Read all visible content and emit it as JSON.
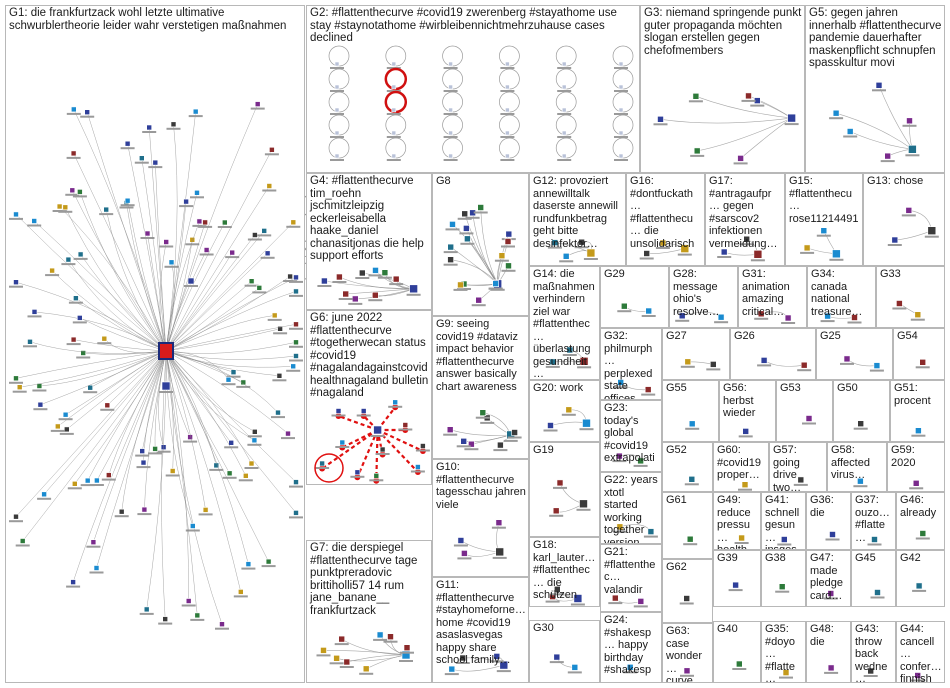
{
  "groups": [
    {
      "id": "g1",
      "label": "G1: die frankfurtzack wohl letzte ultimative schwurblertheorie leider wahr verstetigen maßnahmen",
      "nodes": 110,
      "hub": "frankfurtzack"
    },
    {
      "id": "g2",
      "label": "G2: #flattenthecurve #covid19 zwerenberg #stayathome use stay #staynotathome #wirbleibennichtmehrzuhause cases declined",
      "nodes": 30
    },
    {
      "id": "g3",
      "label": "G3: niemand springende punkt guter propaganda möchten slogan erstellen gegen chefofmembers",
      "nodes": 7
    },
    {
      "id": "g5",
      "label": "G5: gegen jahren innerhalb #flattenthecurve pandemie dauerhafter maskenpflicht schnupfen spasskultur movi",
      "nodes": 6
    },
    {
      "id": "g4",
      "label": "G4: #flattenthecurve tim_roehn jschmitzleipzig eckerleisabella haake_daniel chanasitjonas die help support efforts",
      "nodes": 10
    },
    {
      "id": "g8",
      "label": "G8",
      "nodes": 18
    },
    {
      "id": "g12",
      "label": "G12: provoziert annewilltalk daserste annewill rundfunkbetrag geht bitte desinfektor…",
      "nodes": 4
    },
    {
      "id": "g16",
      "label": "G16: #dontfuckath… #flattenthecu… die unsolidarisch",
      "nodes": 3
    },
    {
      "id": "g17",
      "label": "G17: #antragaufpr… gegen #sarscov2 infektionen vermeidung…",
      "nodes": 3
    },
    {
      "id": "g15",
      "label": "G15: #flattenthecu… rose11214491",
      "nodes": 3
    },
    {
      "id": "g13",
      "label": "G13: chose",
      "nodes": 3
    },
    {
      "id": "g14",
      "label": "G14: die maßnahmen verhindern ziel war #flattenthec… überlastung gesundheit…",
      "nodes": 3
    },
    {
      "id": "g29",
      "label": "G29",
      "nodes": 2
    },
    {
      "id": "g28",
      "label": "G28: message ohio's resolve…",
      "nodes": 2
    },
    {
      "id": "g31",
      "label": "G31: animation amazing critical…",
      "nodes": 2
    },
    {
      "id": "g34",
      "label": "G34: canada national treasure…",
      "nodes": 2
    },
    {
      "id": "g33",
      "label": "G33",
      "nodes": 2
    },
    {
      "id": "g9",
      "label": "G9: seeing covid19 #dataviz impact behavior #flattenthecurve answer basically chart awareness",
      "nodes": 8
    },
    {
      "id": "g32",
      "label": "G32: philmurph… perplexed state offices…",
      "nodes": 2
    },
    {
      "id": "g27",
      "label": "G27",
      "nodes": 2
    },
    {
      "id": "g26",
      "label": "G26",
      "nodes": 2
    },
    {
      "id": "g25",
      "label": "G25",
      "nodes": 2
    },
    {
      "id": "g54",
      "label": "G54",
      "nodes": 1
    },
    {
      "id": "g6",
      "label": "G6: june 2022 #flattenthecurve #togetherwecan status #covid19 #nagalandagainstcovid healthnagaland bulletin #nagaland",
      "nodes": 12
    },
    {
      "id": "g20",
      "label": "G20: work",
      "nodes": 3
    },
    {
      "id": "g23",
      "label": "G23: today's global #covid19 extrapolati…",
      "nodes": 2
    },
    {
      "id": "g55",
      "label": "G55",
      "nodes": 1
    },
    {
      "id": "g56",
      "label": "G56: herbst wieder",
      "nodes": 1
    },
    {
      "id": "g53",
      "label": "G53",
      "nodes": 1
    },
    {
      "id": "g50",
      "label": "G50",
      "nodes": 1
    },
    {
      "id": "g51",
      "label": "G51: procent",
      "nodes": 1
    },
    {
      "id": "g52",
      "label": "G52",
      "nodes": 1
    },
    {
      "id": "g60",
      "label": "G60: #covid19 proper…",
      "nodes": 1
    },
    {
      "id": "g57",
      "label": "G57: going drive two…",
      "nodes": 1
    },
    {
      "id": "g58",
      "label": "G58: affected virus…",
      "nodes": 1
    },
    {
      "id": "g59",
      "label": "G59: 2020",
      "nodes": 1
    },
    {
      "id": "g10",
      "label": "G10: #flattenthecurve tagesschau jahren viele",
      "nodes": 4
    },
    {
      "id": "g19",
      "label": "G19",
      "nodes": 3
    },
    {
      "id": "g22",
      "label": "G22: years xtotl started working together version…",
      "nodes": 2
    },
    {
      "id": "g49",
      "label": "G49: reduce pressu… health…",
      "nodes": 1
    },
    {
      "id": "g41",
      "label": "G41: schnell gesun… insges…",
      "nodes": 1
    },
    {
      "id": "g36",
      "label": "G36: die",
      "nodes": 1
    },
    {
      "id": "g37",
      "label": "G37: ouzo… #flatte…",
      "nodes": 1
    },
    {
      "id": "g46",
      "label": "G46: already",
      "nodes": 1
    },
    {
      "id": "g61",
      "label": "G61",
      "nodes": 1
    },
    {
      "id": "g7",
      "label": "G7: die derspiegel #flattenthecurve tage punktpreradovic brittiholli57 14 rum jane_banane__ frankfurtzack",
      "nodes": 9
    },
    {
      "id": "g18",
      "label": "G18: karl_lauter… #flattenthec… die schützen",
      "nodes": 3
    },
    {
      "id": "g21",
      "label": "G21: #flattenthec… valandir",
      "nodes": 2
    },
    {
      "id": "g62",
      "label": "G62",
      "nodes": 1
    },
    {
      "id": "g39",
      "label": "G39",
      "nodes": 1
    },
    {
      "id": "g38",
      "label": "G38",
      "nodes": 1
    },
    {
      "id": "g47",
      "label": "G47: made pledge card…",
      "nodes": 1
    },
    {
      "id": "g45",
      "label": "G45",
      "nodes": 1
    },
    {
      "id": "g42",
      "label": "G42",
      "nodes": 1
    },
    {
      "id": "g11",
      "label": "G11: #flattenthecurve #stayhomeforne… home #covid19 asaslasvegas happy share school family…",
      "nodes": 4
    },
    {
      "id": "g30",
      "label": "G30",
      "nodes": 2
    },
    {
      "id": "g24",
      "label": "G24: #shakesp… happy birthday #shakesp…",
      "nodes": 1
    },
    {
      "id": "g63",
      "label": "G63: case wonder… curve…",
      "nodes": 1
    },
    {
      "id": "g40",
      "label": "G40",
      "nodes": 1
    },
    {
      "id": "g35",
      "label": "G35: #doyo… #flatte…",
      "nodes": 1
    },
    {
      "id": "g48",
      "label": "G48: die",
      "nodes": 1
    },
    {
      "id": "g43",
      "label": "G43: throw back wedne…",
      "nodes": 1
    },
    {
      "id": "g44",
      "label": "G44: cancell… confer… finnish…",
      "nodes": 1
    }
  ],
  "colors": {
    "border": "#b8b8b8",
    "edge": "#777777",
    "highlight_edge": "#e01010",
    "node_palette": [
      "#2f3f9a",
      "#1f6f8b",
      "#7a2a8c",
      "#2d7a3a",
      "#8b2a2a",
      "#c49a1a",
      "#3a3a3a",
      "#1a8bd0"
    ]
  }
}
